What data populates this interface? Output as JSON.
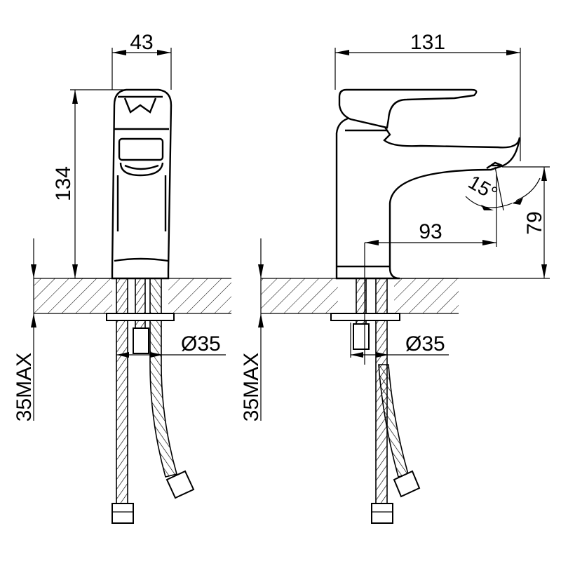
{
  "front_view": {
    "width_label": "43",
    "height_label": "134",
    "diameter_label": "Ø35",
    "deck_label": "35MAX"
  },
  "side_view": {
    "length_label": "131",
    "reach_label": "93",
    "spout_height_label": "79",
    "angle_label": "15°",
    "diameter_label": "Ø35",
    "deck_label": "35MAX"
  }
}
